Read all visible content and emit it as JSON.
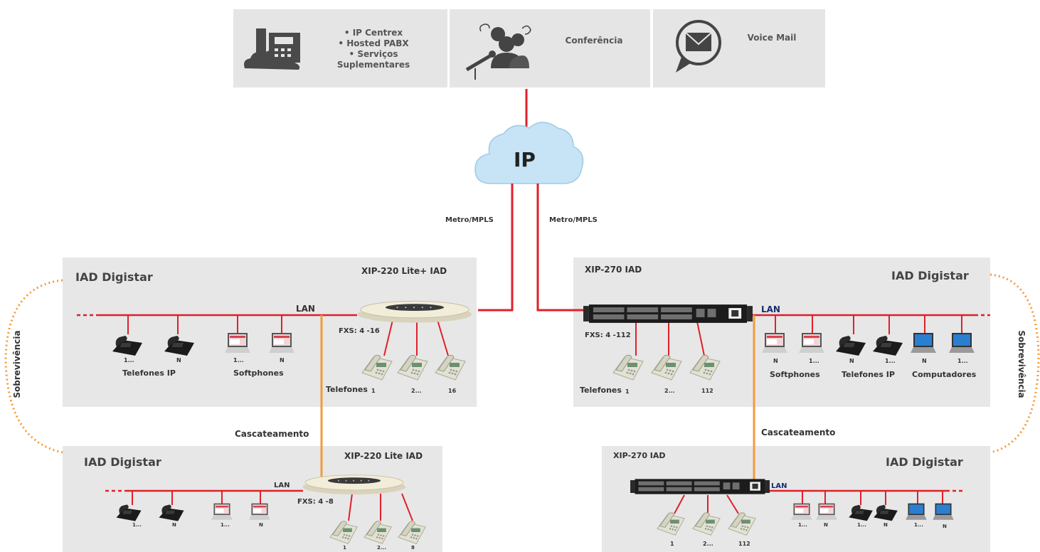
{
  "services": [
    {
      "lines": [
        "• IP Centrex",
        "• Hosted PABX",
        "• Serviços",
        "Suplementares"
      ],
      "icon": "ip-phone-cloud-icon"
    },
    {
      "lines": [
        "Conferência"
      ],
      "icon": "conference-icon"
    },
    {
      "lines": [
        "Voice Mail"
      ],
      "icon": "voice-mail-icon"
    }
  ],
  "cloud_label": "IP",
  "metro_left": "Metro/MPLS",
  "metro_right": "Metro/MPLS",
  "left_top": {
    "title": "IAD Digistar",
    "device": "XIP-220 Lite+ IAD",
    "lan": "LAN",
    "fxs": "FXS: 4 -16",
    "ipphones_label": "Telefones IP",
    "softphones_label": "Softphones",
    "phones_label": "Telefones",
    "n_ipphone_1": "1...",
    "n_ipphone_n": "N",
    "n_soft_1": "1...",
    "n_soft_n": "N",
    "n_phone_1": "1",
    "n_phone_2": "2...",
    "n_phone_n": "16"
  },
  "left_bottom": {
    "title": "IAD Digistar",
    "device": "XIP-220 Lite IAD",
    "lan": "LAN",
    "fxs": "FXS: 4 -8",
    "n_ipphone_1": "1...",
    "n_ipphone_n": "N",
    "n_soft_1": "1...",
    "n_soft_n": "N",
    "n_phone_1": "1",
    "n_phone_2": "2...",
    "n_phone_n": "8"
  },
  "right_top": {
    "title": "IAD Digistar",
    "device": "XIP-270 IAD",
    "lan": "LAN",
    "fxs": "FXS: 4 -112",
    "softphones_label": "Softphones",
    "ipphones_label": "Telefones IP",
    "computers_label": "Computadores",
    "phones_label": "Telefones",
    "n_soft_n": "N",
    "n_soft_1": "1...",
    "n_ipphone_n": "N",
    "n_ipphone_1": "1...",
    "n_pc_n": "N",
    "n_pc_1": "1...",
    "n_phone_1": "1",
    "n_phone_2": "2...",
    "n_phone_n": "112"
  },
  "right_bottom": {
    "title": "IAD Digistar",
    "device": "XIP-270 IAD",
    "lan": "LAN",
    "n_soft_1": "1...",
    "n_soft_n": "N",
    "n_ipphone_1": "1...",
    "n_ipphone_n": "N",
    "n_pc_1": "1...",
    "n_pc_n": "N",
    "n_phone_1": "1",
    "n_phone_2": "2...",
    "n_phone_n": "112"
  },
  "cascade_left": "Cascateamento",
  "cascade_right": "Cascateamento",
  "survival_left": "Sobrevivência",
  "survival_right": "Sobrevivência",
  "colors": {
    "line": "#e0202a",
    "cascade": "#f39a3c",
    "dotted": "#f39a3c",
    "panel": "#e7e7e7",
    "cloud": "#c6e4f5"
  }
}
